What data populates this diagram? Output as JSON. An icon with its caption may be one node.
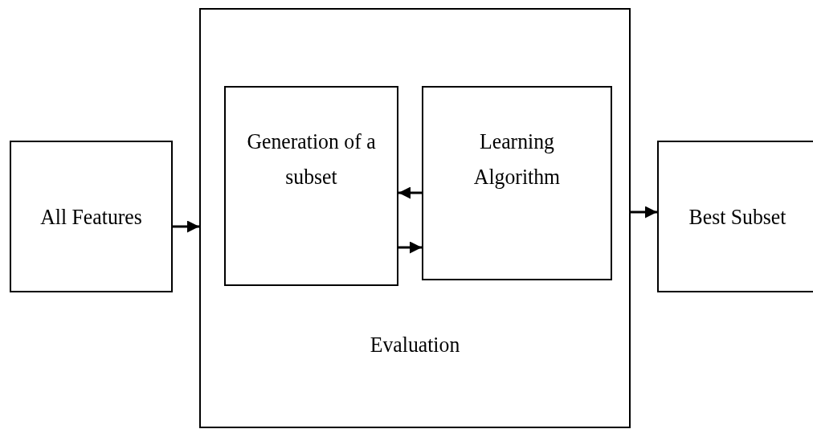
{
  "diagram": {
    "nodes": [
      {
        "text": [
          "All Features"
        ]
      },
      {
        "text": [
          "Evaluation"
        ]
      },
      {
        "text": [
          "Generation of a subset"
        ],
        "in": 1
      },
      {
        "text": [
          "Learning Algorithm"
        ],
        "in": 1
      },
      {
        "text": [
          "Best Subset"
        ]
      }
    ],
    "edges": [
      {
        "from": 0,
        "to": 1,
        "arrow": "to"
      },
      {
        "from": 3,
        "to": 2,
        "arrow": "to"
      },
      {
        "from": 2,
        "to": 3,
        "arrow": "to"
      },
      {
        "from": 1,
        "to": 4,
        "arrow": "to"
      }
    ]
  }
}
